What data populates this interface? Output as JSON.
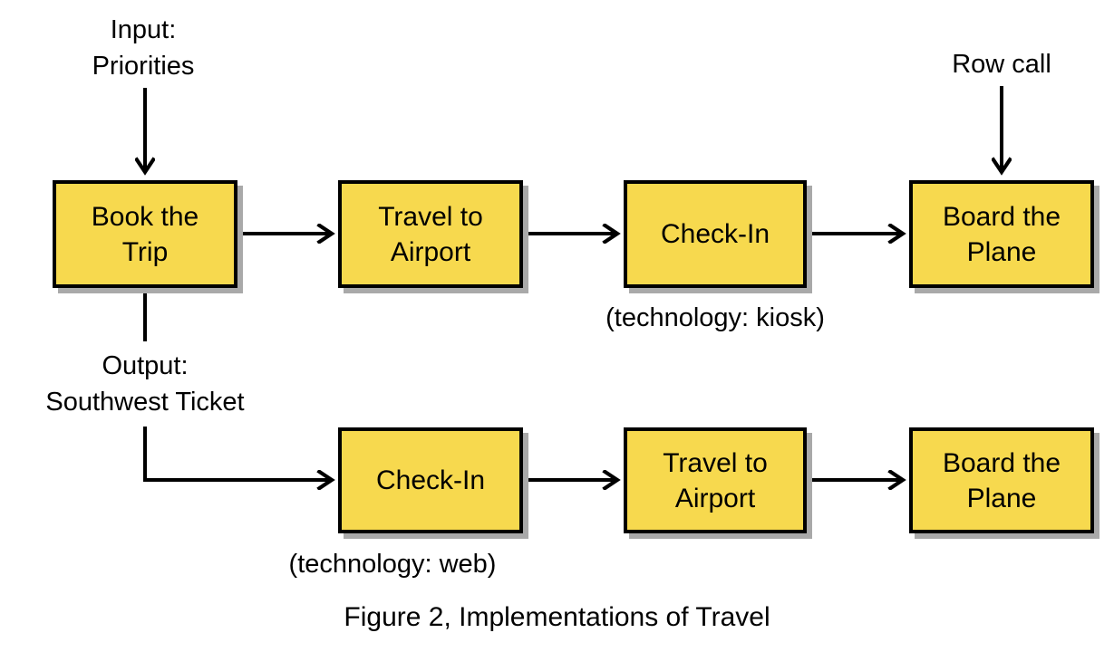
{
  "figure": {
    "caption": "Figure 2, Implementations of Travel"
  },
  "colors": {
    "box_fill": "#F7D94E",
    "box_border": "#000000",
    "box_shadow": "#A9A9A9",
    "arrow": "#000000",
    "text": "#000000",
    "background": "#FFFFFF"
  },
  "labels": {
    "input_line1": "Input:",
    "input_line2": "Priorities",
    "row_call": "Row call",
    "output_line1": "Output:",
    "output_line2": "Southwest Ticket",
    "tech_kiosk": "(technology: kiosk)",
    "tech_web": "(technology: web)"
  },
  "flow_top": {
    "boxes": [
      {
        "label": "Book the Trip"
      },
      {
        "label": "Travel to Airport"
      },
      {
        "label": "Check-In"
      },
      {
        "label": "Board the Plane"
      }
    ]
  },
  "flow_bottom": {
    "boxes": [
      {
        "label": "Check-In"
      },
      {
        "label": "Travel to Airport"
      },
      {
        "label": "Board the Plane"
      }
    ]
  }
}
